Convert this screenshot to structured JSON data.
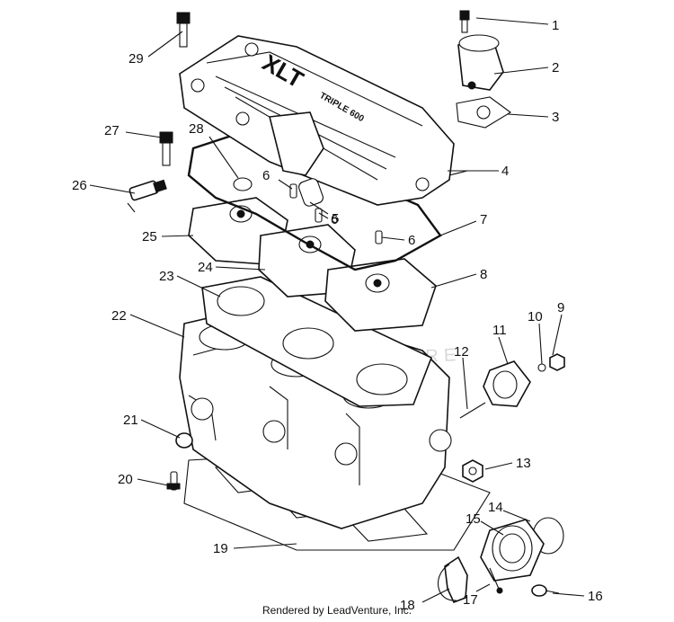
{
  "diagram": {
    "callouts": [
      "1",
      "2",
      "3",
      "4",
      "5",
      "6",
      "6",
      "6",
      "7",
      "8",
      "9",
      "10",
      "11",
      "12",
      "13",
      "14",
      "15",
      "16",
      "17",
      "18",
      "19",
      "20",
      "21",
      "22",
      "23",
      "24",
      "25",
      "26",
      "27",
      "28",
      "29"
    ],
    "cover_text": "XLT",
    "cover_plate_text": "TRIPLE 600",
    "watermark": "LEADVENTURE"
  },
  "footer": "Rendered by LeadVenture, Inc."
}
